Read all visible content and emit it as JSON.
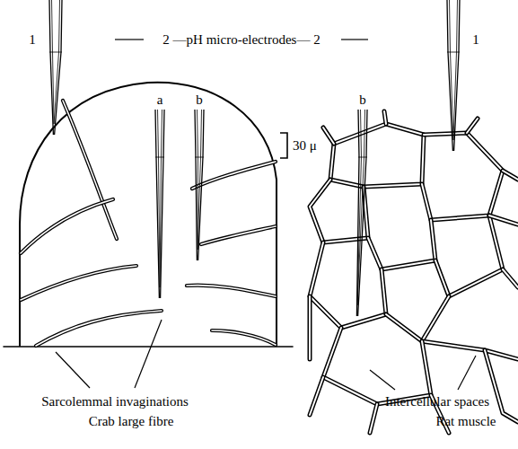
{
  "diagram": {
    "labels": [
      "1",
      "2 —pH micro-electrodes— 2",
      "1",
      "a",
      "b",
      "b",
      "30 μ",
      "Sarcolemmal invaginations",
      "Crab large fibre",
      "Intercellular spaces",
      "Rat muscle"
    ]
  }
}
